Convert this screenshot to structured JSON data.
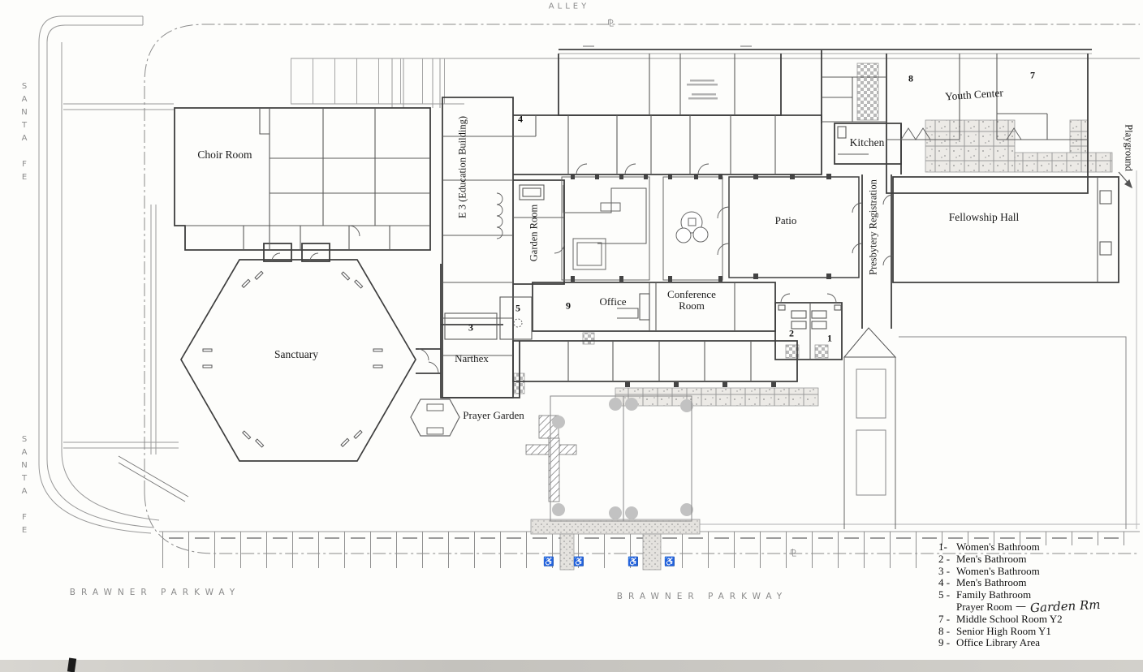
{
  "streets": {
    "alley": "ALLEY",
    "santa_fe_upper": "SANTA FE",
    "santa_fe_lower": "SANTA FE",
    "brawner_left": "BRAWNER PARKWAY",
    "brawner_right": "BRAWNER PARKWAY"
  },
  "icons": {
    "property_line": "⅊",
    "handicap": "♿"
  },
  "rooms": {
    "choir": "Choir Room",
    "sanctuary": "Sanctuary",
    "narthex": "Narthex",
    "prayer_garden": "Prayer Garden",
    "education": "E 3 (Education Building)",
    "garden_room": "Garden Room",
    "office": "Office",
    "conference_l1": "Conference",
    "conference_l2": "Room",
    "patio": "Patio",
    "presbytery": "Presbytery Registration",
    "fellowship": "Fellowship Hall",
    "kitchen": "Kitchen",
    "youth_center": "Youth Center",
    "playground": "Playground"
  },
  "markers": {
    "b1": "1",
    "b2": "2",
    "b3": "3",
    "b4": "4",
    "b5": "5",
    "b7": "7",
    "b8": "8",
    "b9": "9"
  },
  "legend": {
    "items": [
      {
        "num": "1-",
        "label": "Women's Bathroom"
      },
      {
        "num": "2 -",
        "label": "Men's Bathroom"
      },
      {
        "num": "3 -",
        "label": "Women's Bathroom"
      },
      {
        "num": "4 -",
        "label": "Men's Bathroom"
      },
      {
        "num": "5 -",
        "label": "Family Bathroom"
      },
      {
        "num": "",
        "label": "Prayer Room",
        "suffix": "—",
        "handwritten": "Garden Rm"
      },
      {
        "num": "7 -",
        "label": "Middle School Room Y2"
      },
      {
        "num": "8 -",
        "label": "Senior High Room Y1"
      },
      {
        "num": "9 -",
        "label": "Office Library Area"
      }
    ]
  },
  "colors": {
    "wall": "#3e3e3e",
    "partition": "#5a5a5a",
    "site": "#999999",
    "text": "#1a1a1a"
  }
}
